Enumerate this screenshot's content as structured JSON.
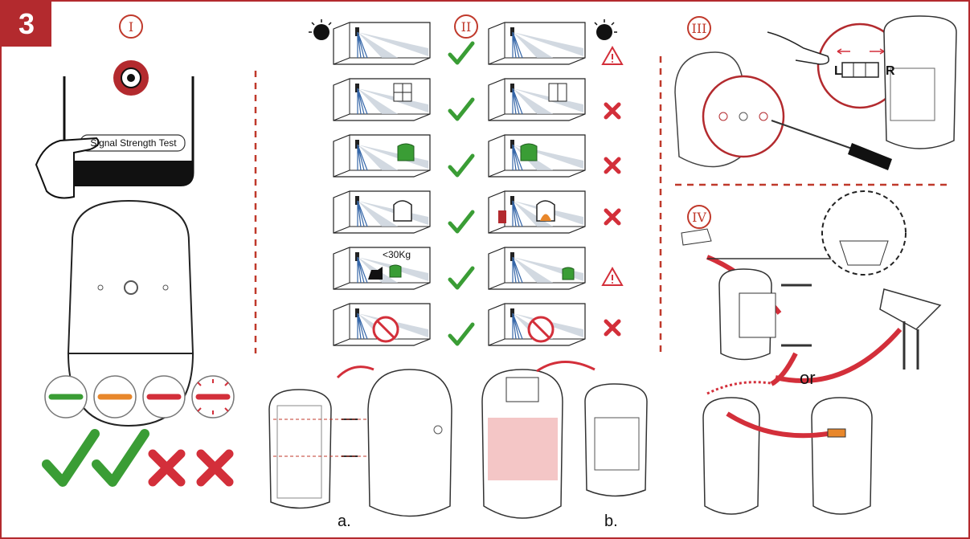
{
  "step_number": "3",
  "sections": {
    "signal_test": {
      "numeral": "I",
      "button_label": "Signal Strength Test",
      "led_colors": [
        "#3a9d35",
        "#e8872b",
        "#d32f3a",
        "#d32f3a"
      ],
      "results": [
        "check",
        "check",
        "cross",
        "cross"
      ]
    },
    "placement": {
      "numeral": "II",
      "rows": [
        {
          "good": "check",
          "bad": "warning"
        },
        {
          "good": "check",
          "bad": "cross"
        },
        {
          "good": "check",
          "bad": "cross"
        },
        {
          "good": "check",
          "bad": "cross"
        },
        {
          "good": "check",
          "bad": "warning"
        },
        {
          "good": "check",
          "bad": "cross"
        }
      ],
      "pet_weight_label": "<30Kg"
    },
    "dip_switch": {
      "numeral": "III",
      "left_label": "L",
      "right_label": "R"
    },
    "mounting": {
      "numeral": "IV",
      "or_label": "or"
    },
    "assembly": {
      "label_a": "a.",
      "label_b": "b."
    }
  },
  "colors": {
    "brand_red": "#b32a2e",
    "check_green": "#3a9d35",
    "cross_red": "#d32f3a",
    "beam_blue": "#3566a8"
  }
}
